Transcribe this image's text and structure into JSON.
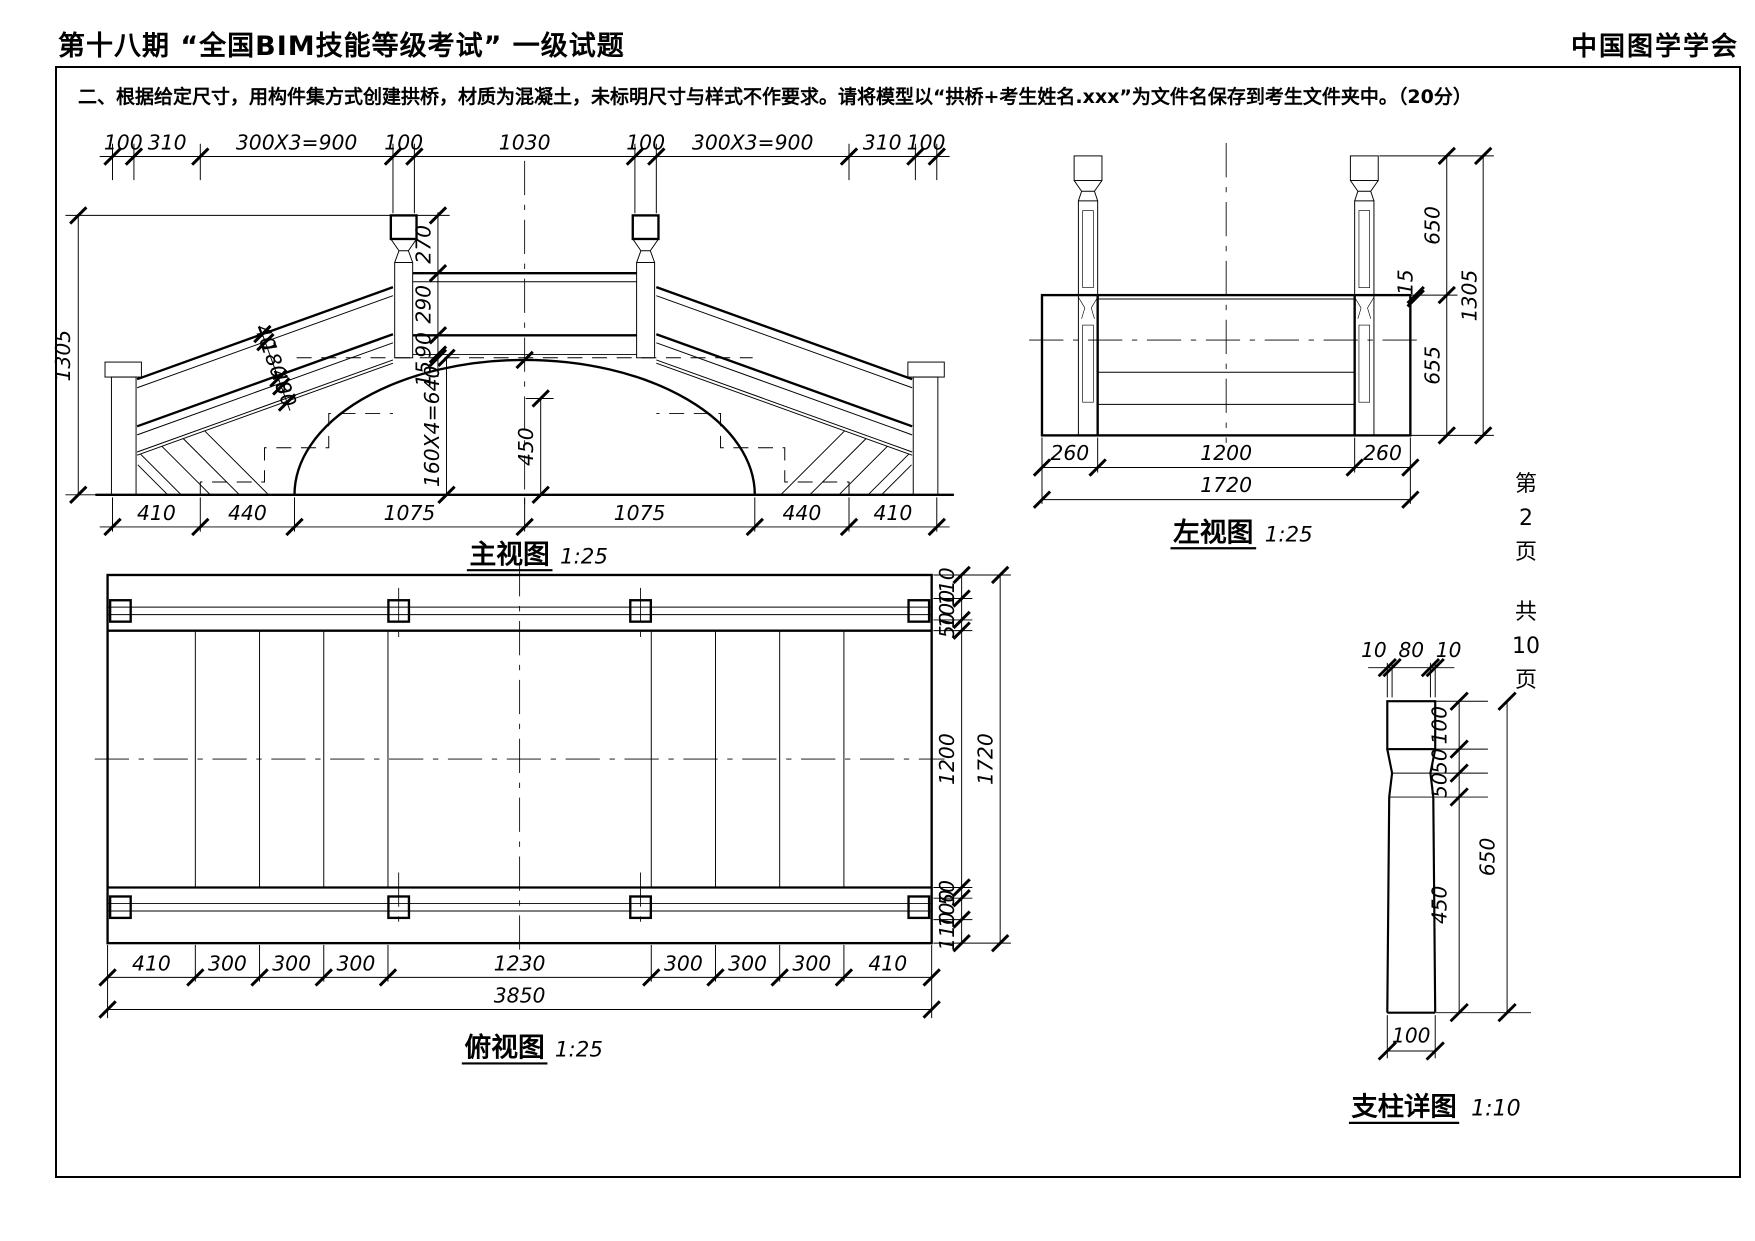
{
  "header": {
    "title": "第十八期 “全国BIM技能等级考试” 一级试题",
    "org": "中国图学学会"
  },
  "instruction": "二、根据给定尺寸，用构件集方式创建拱桥，材质为混凝土，未标明尺寸与样式不作要求。请将模型以“拱桥+考生姓名.xxx”为文件名保存到考生文件夹中。（20分）",
  "page_info": [
    "第",
    "2",
    "页",
    "共",
    "10",
    "页"
  ],
  "front_view": {
    "title": "主视图",
    "scale": "1:25",
    "top_dims": [
      "100",
      "310",
      "300X3=900",
      "100",
      "1030",
      "100",
      "300X3=900",
      "310",
      "100"
    ],
    "bottom_dims": [
      "410",
      "440",
      "1075",
      "1075",
      "440",
      "410"
    ],
    "left_dim": "1305",
    "post_dims": [
      "270",
      "290",
      "90",
      "15"
    ],
    "rail_dims": [
      "40",
      "180",
      "40",
      "80"
    ],
    "arch_dim": "160X4=640",
    "rise_dim": "450"
  },
  "left_view": {
    "title": "左视图",
    "scale": "1:25",
    "right_dims": [
      "650",
      "655"
    ],
    "total_height": "1305",
    "rail_gap": "15",
    "bottom_dims": [
      "260",
      "1200",
      "260"
    ],
    "total_width": "1720"
  },
  "plan_view": {
    "title": "俯视图",
    "scale": "1:25",
    "right_dims": [
      "110",
      "100",
      "50",
      "1200",
      "50",
      "100",
      "110"
    ],
    "right_total": "1720",
    "bottom_dims": [
      "410",
      "300",
      "300",
      "300",
      "1230",
      "300",
      "300",
      "300",
      "410"
    ],
    "bottom_total": "3850"
  },
  "column_view": {
    "title": "支柱详图",
    "scale": "1:10",
    "top_dims": [
      "10",
      "80",
      "10"
    ],
    "right_dims": [
      "100",
      "50",
      "50",
      "450"
    ],
    "right_total": "650",
    "bottom_dim": "100"
  }
}
